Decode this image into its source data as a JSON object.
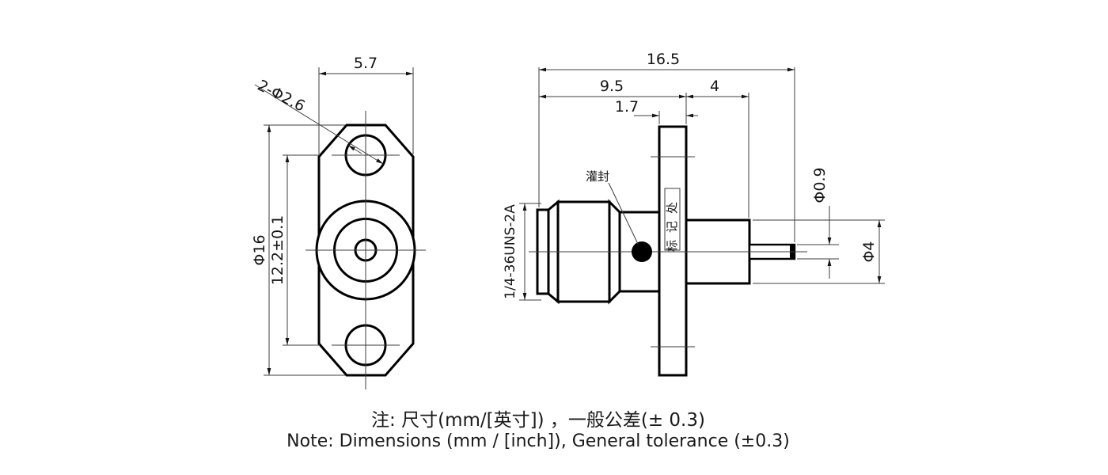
{
  "drawing": {
    "front_view": {
      "dim_flange_width": "5.7",
      "dim_mounting_holes": "2-Φ2.6",
      "dim_flange_height": "Φ16",
      "dim_hole_spacing": "12.2±0.1"
    },
    "side_view": {
      "dim_overall_length": "16.5",
      "dim_body_to_flange": "9.5",
      "dim_rear_length": "4",
      "dim_flange_thickness": "1.7",
      "thread_callout": "1/4-36UNS-2A",
      "potting_label": "灌封",
      "marking_label": "标记处",
      "dim_pin_diameter": "Φ0.9",
      "dim_insulator_diameter": "Φ4"
    },
    "notes": {
      "chinese": "注: 尺寸(mm/[英寸]) ，一般公差(± 0.3)",
      "english": "Note: Dimensions (mm / [inch]), General tolerance (±0.3)"
    },
    "colors": {
      "outline": "#000000",
      "thin_line": "#3c3c3c",
      "background": "#ffffff"
    }
  }
}
